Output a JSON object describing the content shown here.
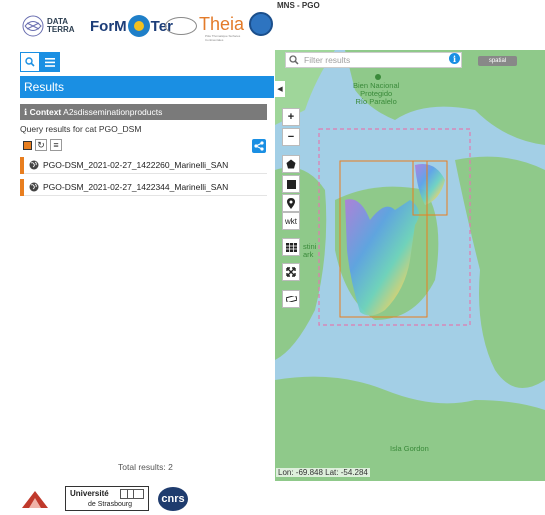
{
  "header": {
    "app_title": "MNS - PGO",
    "logos": {
      "data_terra_line1": "DATA",
      "data_terra_line2": "TERRA",
      "formater_left": "ForM",
      "formater_right": "Ter",
      "theia": "Theia",
      "theia_sub": "Pôle Thématique Surfaces Continentales"
    }
  },
  "sidebar": {
    "tabs": [
      {
        "name": "search-tab",
        "icon": "search-icon"
      },
      {
        "name": "results-tab",
        "icon": "list-icon"
      }
    ],
    "results_title": "Results",
    "context_label": "Context",
    "context_value": "A2sdisseminationproducts",
    "query_text": "Query results for cat PGO_DSM",
    "results": [
      {
        "label": "PGO-DSM_2021-02-27_1422260_Marinelli_SAN",
        "marker_color": "#e87e1f"
      },
      {
        "label": "PGO-DSM_2021-02-27_1422344_Marinelli_SAN",
        "marker_color": "#e87e1f"
      }
    ],
    "total_results": "Total results: 2"
  },
  "map": {
    "filter_placeholder": "Filter results",
    "spatial_label": "spatial",
    "zoom_in": "+",
    "zoom_out": "−",
    "wkt_label": "wkt",
    "coordinates": "Lon: -69.848 Lat: -54.284",
    "labels": {
      "park_line1": "Bien Nacional",
      "park_line2": "Protegido",
      "park_line3": "Río Paralelo",
      "left_fragment1": "stini",
      "left_fragment2": "ark",
      "island": "Isla Gordon"
    }
  },
  "footer": {
    "unistra_line1": "Université",
    "unistra_line2": "de Strasbourg",
    "cnrs": "cnrs"
  },
  "colors": {
    "accent": "#1a8fe3",
    "result_marker": "#e87e1f",
    "water": "#a3cfe6",
    "land": "#8fc98a"
  }
}
